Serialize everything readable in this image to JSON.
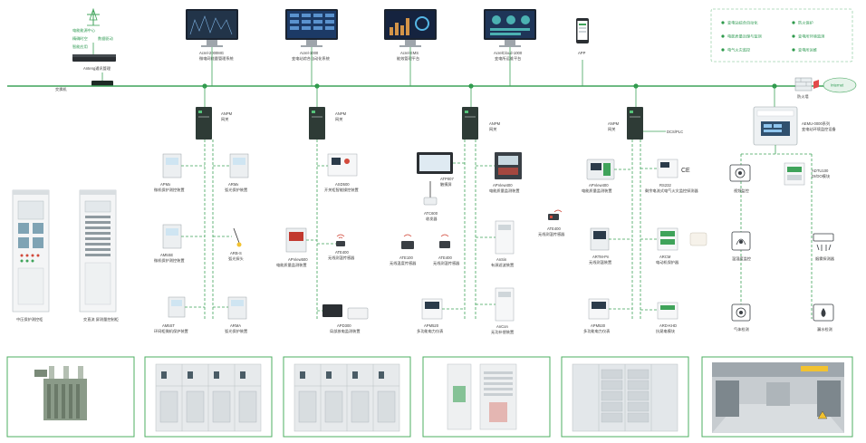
{
  "top": {
    "cloud_center": {
      "lines": [
        "电能能源中心",
        "精确时空",
        "数据驱动",
        "智能应用"
      ]
    },
    "gateway_label": "Anteng通讯管理",
    "switch_label": "交换机",
    "monitors": [
      {
        "line1": "Acrel-2000MG",
        "line2": "微电网能量管理系统"
      },
      {
        "line1": "Acrel-1000",
        "line2": "变电站综合自动化系统"
      },
      {
        "line1": "Acrel-EMS",
        "line2": "能效管理平台"
      },
      {
        "line1": "AcrelCloud-1000",
        "line2": "变电所运维平台"
      }
    ],
    "app_label": "APP",
    "legend": {
      "left": [
        "变电站综合自动化",
        "电能质量治理与监测",
        "电气火灾监控"
      ],
      "right": [
        "防火保护",
        "变电所环境监测",
        "变电所运维"
      ]
    }
  },
  "right_top": {
    "firewall_label": "防火墙",
    "internet_label": "Internet",
    "aemu_line1": "AEMU-0000系列",
    "aemu_line2": "变电站环境监控设备"
  },
  "panels": [
    {
      "label": "中压保护测控柜"
    },
    {
      "label": "交直流 屏测量控制柜"
    }
  ],
  "gateways": [
    {
      "line1": "ANPM",
      "line2": "网关"
    },
    {
      "line1": "ANPM",
      "line2": "网关"
    },
    {
      "line1": "ANPM",
      "line2": "网关"
    },
    {
      "line1": "ANPM",
      "line2": "网关"
    }
  ],
  "dcs_label": "DCS/PLC",
  "devices": {
    "c1": [
      {
        "line1": "APMx",
        "line2": "微机保护测控装置"
      },
      {
        "line1": "AM5SE",
        "line2": "微机保护测控装置"
      },
      {
        "line1": "AM5ST",
        "line2": "环网柜微机保护装置"
      }
    ],
    "c2": [
      {
        "line1": "ARMx",
        "line2": "弧光保护装置"
      },
      {
        "line1": "ARB-S",
        "line2": "弧光探头"
      },
      {
        "line1": "ARMA",
        "line2": "弧光保护装置"
      }
    ],
    "c3": [
      {
        "line1": "ASD500",
        "line2": "开关柜智能操控装置"
      },
      {
        "line1": "APView500",
        "line2": "电能质量监测装置"
      },
      {
        "line1": "ATE400",
        "line2": "无线测温传感器"
      },
      {
        "line1": "APD300",
        "line2": "局部放电监测装置"
      }
    ],
    "c4": [
      {
        "line1": "ATP007",
        "line2": "触摸屏"
      },
      {
        "line1": "ATC600",
        "line2": "收发器"
      },
      {
        "line1": "ATE100",
        "line2": "无线温度传感器"
      },
      {
        "line1": "ATE400",
        "line2": "无线测温传感器"
      },
      {
        "line1": "APM520",
        "line2": "多功能电力仪表"
      }
    ],
    "c5": [
      {
        "line1": "APView400",
        "line2": "电能质量监测装置"
      },
      {
        "line1": "AnSin",
        "line2": "有源滤波装置"
      },
      {
        "line1": "AnCon",
        "line2": "无功补偿装置"
      }
    ],
    "c6": [
      {
        "line1": "ATE400",
        "line2": "无线测温传感器"
      },
      {
        "line1": "APView400",
        "line2": "电能质量监测装置"
      },
      {
        "line1": "ARTM-Pn",
        "line2": "无线测温装置"
      },
      {
        "line1": "APM530",
        "line2": "多功能电力仪表"
      }
    ],
    "c7": [
      {
        "line1": "RS232",
        "line2": "剩余电流式电气火灾监控探测器"
      },
      {
        "line1": "ARCM",
        "line2": "电动机保护器"
      },
      {
        "line1": "ARD-KHD",
        "line2": "抗晃电模块"
      }
    ],
    "c8": [
      {
        "line1": "",
        "line2": "视频监控"
      },
      {
        "line1": "",
        "line2": "温湿度监控"
      },
      {
        "line1": "",
        "line2": "气体检测"
      }
    ],
    "c9": [
      {
        "line1": "ADTU100",
        "line2": "DI/DO模块"
      },
      {
        "line1": "",
        "line2": "烟雾探测器"
      },
      {
        "line1": "",
        "line2": "漏水检测"
      }
    ]
  },
  "colors": {
    "accent_green": "#3fa35a",
    "frame_green": "#4caf60",
    "label_green": "#2e9a52"
  }
}
